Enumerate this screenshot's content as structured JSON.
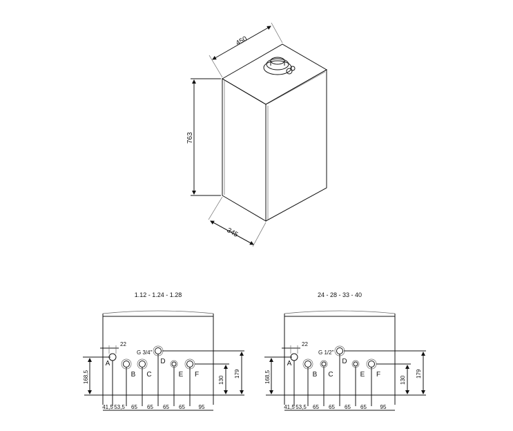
{
  "isometric": {
    "width": "450",
    "height": "763",
    "depth": "345"
  },
  "views": [
    {
      "title": "1.12 - 1.24 - 1.28",
      "thread": "G 3/4\"",
      "dim_22": "22",
      "dim_168": "168,5",
      "dim_130": "130",
      "dim_179": "179",
      "connections": [
        "A",
        "B",
        "C",
        "D",
        "E",
        "F"
      ],
      "spacings": [
        "41,5",
        "53,5",
        "65",
        "65",
        "65",
        "65",
        "95"
      ]
    },
    {
      "title": "24 - 28 - 33 - 40",
      "thread": "G 1/2\"",
      "dim_22": "22",
      "dim_168": "168,5",
      "dim_130": "130",
      "dim_179": "179",
      "connections": [
        "A",
        "B",
        "C",
        "D",
        "E",
        "F"
      ],
      "spacings": [
        "41,5",
        "53,5",
        "65",
        "65",
        "65",
        "65",
        "95"
      ]
    }
  ]
}
